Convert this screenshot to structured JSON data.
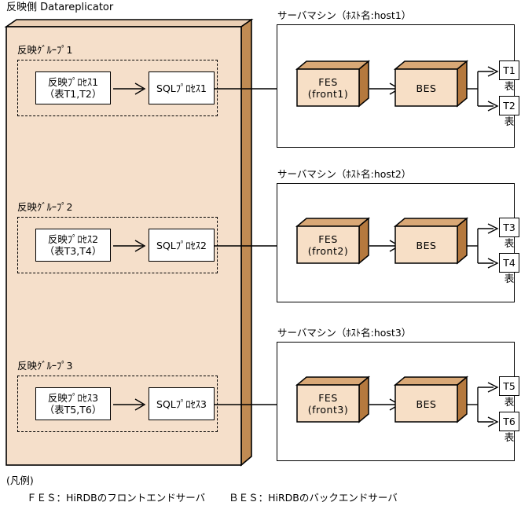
{
  "diagram": {
    "title": "反映側 Datareplicator",
    "colors": {
      "container_fill": "#F5DFCA",
      "container_side": "#C08B53",
      "cube_front": "#F7DFC6",
      "cube_top": "#D9A876",
      "cube_right": "#B5793E",
      "outline": "#000000",
      "box_fill": "#FFFFFF"
    }
  },
  "replicator": {
    "groups": [
      {
        "label": "反映ｸﾞﾙｰﾌﾟ1",
        "process": {
          "line1": "反映ﾌﾟﾛｾｽ1",
          "line2": "（表T1,T2）"
        },
        "sql_process": "SQLﾌﾟﾛｾｽ1"
      },
      {
        "label": "反映ｸﾞﾙｰﾌﾟ2",
        "process": {
          "line1": "反映ﾌﾟﾛｾｽ2",
          "line2": "（表T3,T4）"
        },
        "sql_process": "SQLﾌﾟﾛｾｽ2"
      },
      {
        "label": "反映ｸﾞﾙｰﾌﾟ3",
        "process": {
          "line1": "反映ﾌﾟﾛｾｽ3",
          "line2": "（表T5,T6）"
        },
        "sql_process": "SQLﾌﾟﾛｾｽ3"
      }
    ]
  },
  "servers": [
    {
      "title": "サーバマシン（ﾎｽﾄ名:host1）",
      "fes": {
        "line1": "FES",
        "line2": "(front1)"
      },
      "bes": {
        "line1": "BES"
      },
      "tables": [
        {
          "name": "T1",
          "caption": "表"
        },
        {
          "name": "T2",
          "caption": "表"
        }
      ]
    },
    {
      "title": "サーバマシン（ﾎｽﾄ名:host2）",
      "fes": {
        "line1": "FES",
        "line2": "(front2)"
      },
      "bes": {
        "line1": "BES"
      },
      "tables": [
        {
          "name": "T3",
          "caption": "表"
        },
        {
          "name": "T4",
          "caption": "表"
        }
      ]
    },
    {
      "title": "サーバマシン（ﾎｽﾄ名:host3）",
      "fes": {
        "line1": "FES",
        "line2": "(front3)"
      },
      "bes": {
        "line1": "BES"
      },
      "tables": [
        {
          "name": "T5",
          "caption": "表"
        },
        {
          "name": "T6",
          "caption": "表"
        }
      ]
    }
  ],
  "legend": {
    "heading": "(凡例)",
    "fes": "ＦＥＳ：HiRDBのフロントエンドサーバ",
    "bes": "ＢＥＳ：HiRDBのバックエンドサーバ"
  }
}
